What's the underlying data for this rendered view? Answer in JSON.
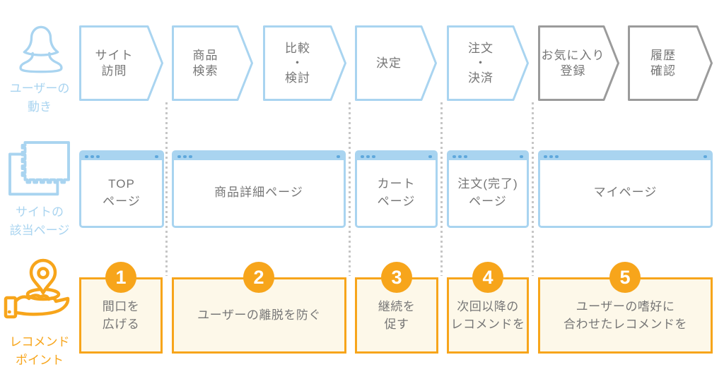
{
  "legend": {
    "row1_label": "ユーザーの\n動き",
    "row2_label": "サイトの\n該当ページ",
    "row3_label": "レコメンド\nポイント"
  },
  "icons": {
    "row1": "user-icon",
    "row2": "stacked-pages-icon",
    "row3": "hand-location-pin-icon"
  },
  "user_steps": [
    {
      "label": "サイト\n訪問",
      "theme": "blue"
    },
    {
      "label": "商品\n検索",
      "theme": "blue"
    },
    {
      "label": "比較\n・\n検討",
      "theme": "blue"
    },
    {
      "label": "決定",
      "theme": "blue"
    },
    {
      "label": "注文\n・\n決済",
      "theme": "blue"
    },
    {
      "label": "お気に入り\n登録",
      "theme": "gray"
    },
    {
      "label": "履歴\n確認",
      "theme": "gray"
    }
  ],
  "site_pages": [
    {
      "label": "TOP\nページ"
    },
    {
      "label": "商品詳細ページ"
    },
    {
      "label": "カート\nページ"
    },
    {
      "label": "注文(完了)\nページ"
    },
    {
      "label": "マイページ"
    }
  ],
  "recommend_points": [
    {
      "num": "1",
      "label": "間口を\n広げる"
    },
    {
      "num": "2",
      "label": "ユーザーの離脱を防ぐ"
    },
    {
      "num": "3",
      "label": "継続を\n促す"
    },
    {
      "num": "4",
      "label": "次回以降の\nレコメンドを"
    },
    {
      "num": "5",
      "label": "ユーザーの嗜好に\n合わせたレコメンドを"
    }
  ],
  "colors": {
    "blue": "#a9d4f0",
    "blue_dot": "#5fa8dc",
    "gray_border": "#9b9b9b",
    "text_gray": "#767676",
    "orange": "#f7a51b",
    "cream_fill": "#fdf8e9",
    "dotted_separator": "#c6c6c6"
  }
}
